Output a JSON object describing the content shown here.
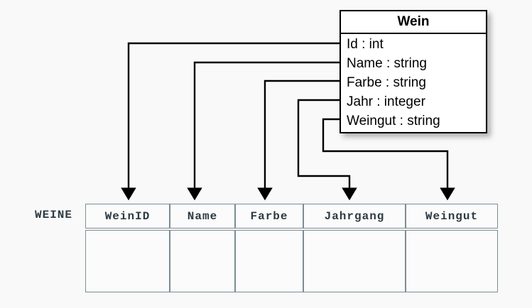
{
  "diagram": {
    "background_color": "#f9f9f9",
    "line_color": "#000000",
    "table_border_color": "#7d8c93",
    "table_text_color": "#2d3b42"
  },
  "uml_class": {
    "name": "Wein",
    "attributes": [
      "Id : int",
      "Name : string",
      "Farbe : string",
      "Jahr : integer",
      "Weingut : string"
    ]
  },
  "relational_table": {
    "label": "WEINE",
    "columns": [
      "WeinID",
      "Name",
      "Farbe",
      "Jahrgang",
      "Weingut"
    ],
    "rows": [
      [
        "",
        "",
        "",
        "",
        ""
      ]
    ]
  },
  "mappings": [
    {
      "from": "Id : int",
      "to": "WeinID"
    },
    {
      "from": "Name : string",
      "to": "Name"
    },
    {
      "from": "Farbe : string",
      "to": "Farbe"
    },
    {
      "from": "Jahr : integer",
      "to": "Jahrgang"
    },
    {
      "from": "Weingut : string",
      "to": "Weingut"
    }
  ]
}
